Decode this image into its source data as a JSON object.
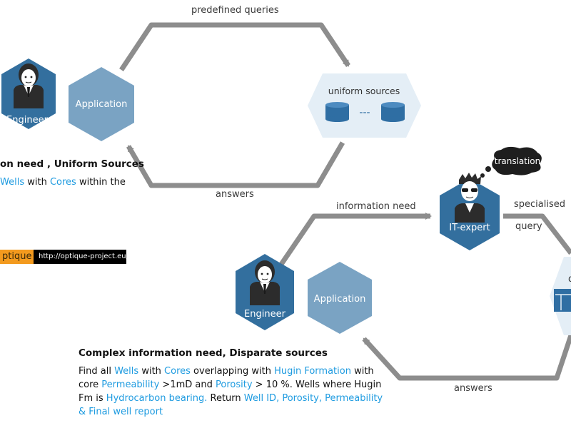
{
  "top": {
    "flow_top_label": "predefined queries",
    "flow_bottom_label": "answers",
    "engineer_label": "Engineer",
    "application_label": "Application",
    "sources_label": "uniform sources",
    "sources_ellipsis": "---",
    "heading": "on need , Uniform Sources",
    "body_parts": [
      {
        "text": "Wells",
        "highlight": true
      },
      {
        "text": " with ",
        "highlight": false
      },
      {
        "text": "Cores",
        "highlight": true
      },
      {
        "text": " within the",
        "highlight": false
      }
    ]
  },
  "bottom": {
    "info_need_label": "information need",
    "specialised_label": "specialised",
    "query_label": "query",
    "answers_label": "answers",
    "itexpert_label": "IT-expert",
    "translation_label": "translation",
    "engineer_label": "Engineer",
    "application_label": "Application",
    "partial_source_label": "d",
    "heading": "Complex information need, Disparate sources",
    "lines": [
      [
        {
          "text": "Find all ",
          "highlight": false
        },
        {
          "text": "Wells",
          "highlight": true
        },
        {
          "text": " with ",
          "highlight": false
        },
        {
          "text": "Cores",
          "highlight": true
        },
        {
          "text": " overlapping with ",
          "highlight": false
        },
        {
          "text": "Hugin Formation",
          "highlight": true
        },
        {
          "text": " with",
          "highlight": false
        }
      ],
      [
        {
          "text": "core ",
          "highlight": false
        },
        {
          "text": "Permeability",
          "highlight": true
        },
        {
          "text": " >1mD and ",
          "highlight": false
        },
        {
          "text": "Porosity",
          "highlight": true
        },
        {
          "text": " > 10 %. Wells where Hugin",
          "highlight": false
        }
      ],
      [
        {
          "text": "Fm is ",
          "highlight": false
        },
        {
          "text": "Hydrocarbon bearing.",
          "highlight": true
        },
        {
          "text": " Return ",
          "highlight": false
        },
        {
          "text": "Well ID, Porosity, Permeability",
          "highlight": true
        }
      ],
      [
        {
          "text": "& Final well report",
          "highlight": true
        }
      ]
    ]
  },
  "footer": {
    "logo_text": "ptique",
    "url": "http://optique-project.eu/"
  },
  "colors": {
    "dark_blue": "#336f9e",
    "light_blue": "#7aa3c3",
    "pale_blue": "#e4eef6",
    "db_blue": "#2f6ea3",
    "arrow_grey": "#8d8d8d",
    "highlight": "#1e9be0",
    "logo_orange": "#f39a1e"
  }
}
